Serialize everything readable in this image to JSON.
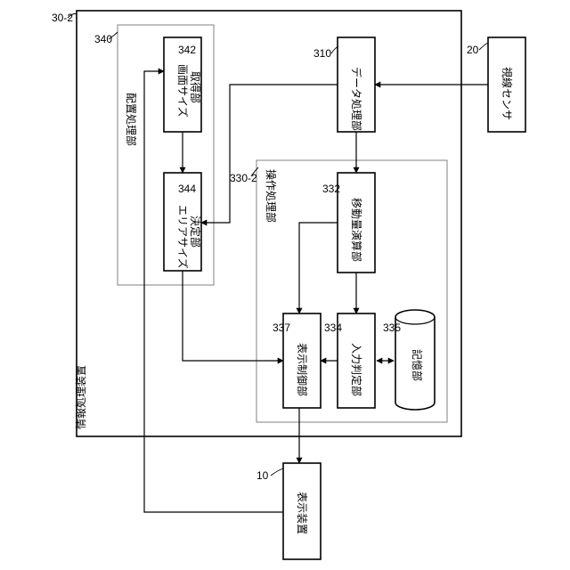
{
  "outer": {
    "ref": "30-2",
    "label": "情報処理装置"
  },
  "group_layout": {
    "ref": "340",
    "label": "配置処理部"
  },
  "group_operation": {
    "ref": "330-2",
    "label": "操作処理部"
  },
  "blocks": {
    "screen_size": {
      "ref": "342",
      "line1": "画面サイズ",
      "line2": "取得部"
    },
    "area_size": {
      "ref": "344",
      "line1": "エリアサイズ",
      "line2": "決定部"
    },
    "data_proc": {
      "ref": "310",
      "label": "データ処理部"
    },
    "movement": {
      "ref": "332",
      "label": "移動量演算部"
    },
    "display_ctrl": {
      "ref": "337",
      "label": "表示制御部"
    },
    "input_judge": {
      "ref": "334",
      "label": "入力判定部"
    },
    "storage": {
      "ref": "335",
      "label": "記憶部"
    },
    "gaze_sensor": {
      "ref": "20",
      "label": "視線センサ"
    },
    "display_device": {
      "ref": "10",
      "label": "表示装置"
    }
  }
}
